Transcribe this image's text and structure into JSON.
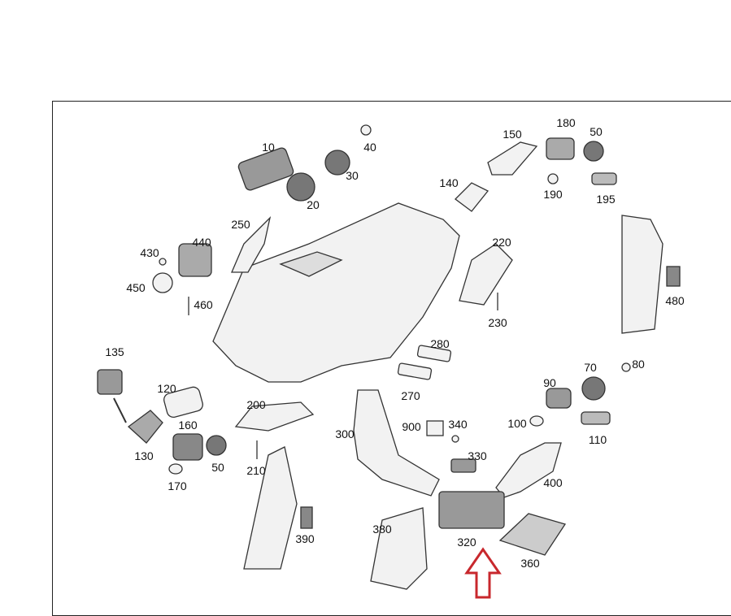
{
  "diagram": {
    "type": "exploded parts diagram",
    "highlight_color": "#c8282d",
    "highlighted_part": "320",
    "labels": [
      "10",
      "40",
      "30",
      "20",
      "150",
      "180",
      "50",
      "140",
      "190",
      "195",
      "250",
      "440",
      "430",
      "450",
      "460",
      "220",
      "230",
      "480",
      "135",
      "280",
      "70",
      "80",
      "120",
      "270",
      "90",
      "200",
      "900",
      "340",
      "100",
      "160",
      "300",
      "330",
      "110",
      "130",
      "50",
      "210",
      "170",
      "400",
      "390",
      "380",
      "320",
      "360"
    ]
  }
}
